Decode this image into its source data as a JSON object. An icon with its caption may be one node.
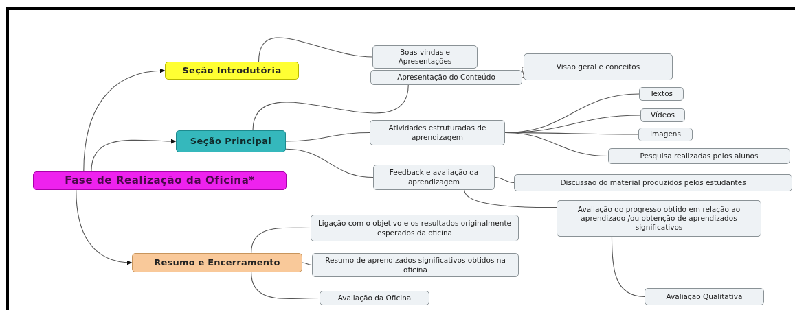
{
  "diagram": {
    "nodes": [
      {
        "text": [
          "Fase de Realização da Oficina*"
        ]
      },
      {
        "text": [
          "Seção Introdutória"
        ]
      },
      {
        "text": [
          "Seção Principal"
        ]
      },
      {
        "text": [
          "Resumo e Encerramento"
        ]
      },
      {
        "text": [
          "Boas-vindas e Apresentações"
        ]
      },
      {
        "text": [
          "Apresentação do Conteúdo"
        ]
      },
      {
        "text": [
          "Visão geral e conceitos"
        ]
      },
      {
        "text": [
          "Atividades estruturadas de aprendizagem"
        ]
      },
      {
        "text": [
          "Textos"
        ]
      },
      {
        "text": [
          "Vídeos"
        ]
      },
      {
        "text": [
          "Imagens"
        ]
      },
      {
        "text": [
          "Pesquisa realizadas pelos alunos"
        ]
      },
      {
        "text": [
          "Feedback e avaliação da aprendizagem"
        ]
      },
      {
        "text": [
          "Discussão do material produzidos pelos estudantes"
        ]
      },
      {
        "text": [
          "Avaliação do progresso obtido em relação ao aprendizado /ou obtenção de aprendizados significativos"
        ]
      },
      {
        "text": [
          "Ligação com o objetivo e os resultados originalmente esperados da oficina"
        ]
      },
      {
        "text": [
          "Resumo de aprendizados significativos obtidos na oficina"
        ]
      },
      {
        "text": [
          "Avaliação da Oficina"
        ]
      },
      {
        "text": [
          "Avaliação Qualitativa"
        ]
      }
    ],
    "edges": [
      {
        "from": 0,
        "to": 1,
        "arrow": "to"
      },
      {
        "from": 0,
        "to": 2,
        "arrow": "to"
      },
      {
        "from": 0,
        "to": 3,
        "arrow": "to"
      },
      {
        "from": 1,
        "to": 4,
        "arrow": "none"
      },
      {
        "from": 2,
        "to": 5,
        "arrow": "none"
      },
      {
        "from": 5,
        "to": 6,
        "arrow": "none"
      },
      {
        "from": 2,
        "to": 7,
        "arrow": "none"
      },
      {
        "from": 7,
        "to": 8,
        "arrow": "none"
      },
      {
        "from": 7,
        "to": 9,
        "arrow": "none"
      },
      {
        "from": 7,
        "to": 10,
        "arrow": "none"
      },
      {
        "from": 7,
        "to": 11,
        "arrow": "none"
      },
      {
        "from": 2,
        "to": 12,
        "arrow": "none"
      },
      {
        "from": 12,
        "to": 13,
        "arrow": "none"
      },
      {
        "from": 12,
        "to": 14,
        "arrow": "none"
      },
      {
        "from": 14,
        "to": 18,
        "arrow": "none"
      },
      {
        "from": 3,
        "to": 15,
        "arrow": "none"
      },
      {
        "from": 3,
        "to": 16,
        "arrow": "none"
      },
      {
        "from": 3,
        "to": 17,
        "arrow": "none"
      }
    ]
  }
}
